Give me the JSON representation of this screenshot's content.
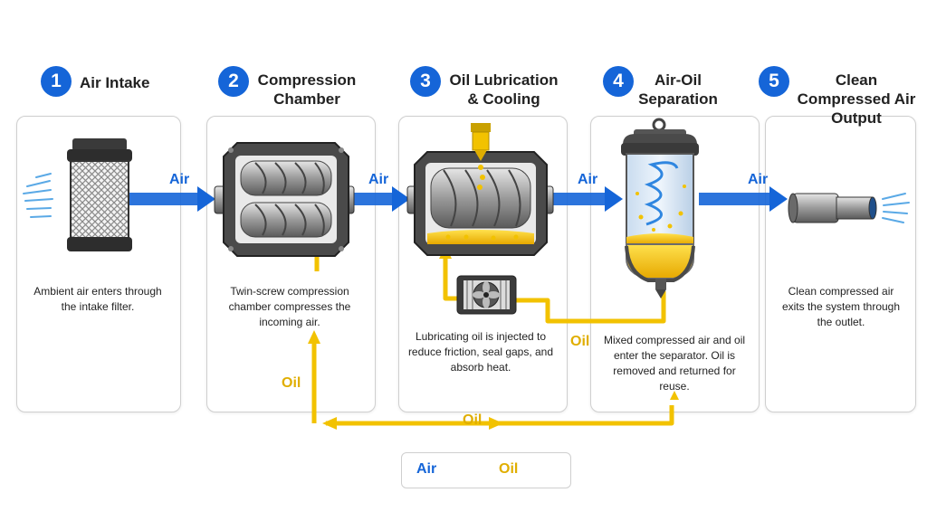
{
  "steps": [
    {
      "number": "1",
      "title": "Air Intake",
      "description": "Ambient air enters through the intake filter."
    },
    {
      "number": "2",
      "title": "Compression Chamber",
      "description": "Twin-screw compression chamber compresses the incoming air."
    },
    {
      "number": "3",
      "title": "Oil Lubrication & Cooling",
      "description": "Lubricating oil is injected to reduce friction, seal gaps, and absorb heat."
    },
    {
      "number": "4",
      "title": "Air-Oil Separation",
      "description": "Mixed compressed air and oil enter the separator. Oil is removed and returned for reuse."
    },
    {
      "number": "5",
      "title": "Clean Compressed Air Output",
      "description": "Clean compressed air exits the system through the outlet."
    }
  ],
  "flow_labels": {
    "air": "Air",
    "oil": "Oil"
  },
  "legend": {
    "air": "Air",
    "oil": "Oil"
  },
  "colors": {
    "air": "#1565d8",
    "oil": "#f2c200",
    "badge": "#1565d8",
    "panel_border": "#cfcfcf"
  }
}
